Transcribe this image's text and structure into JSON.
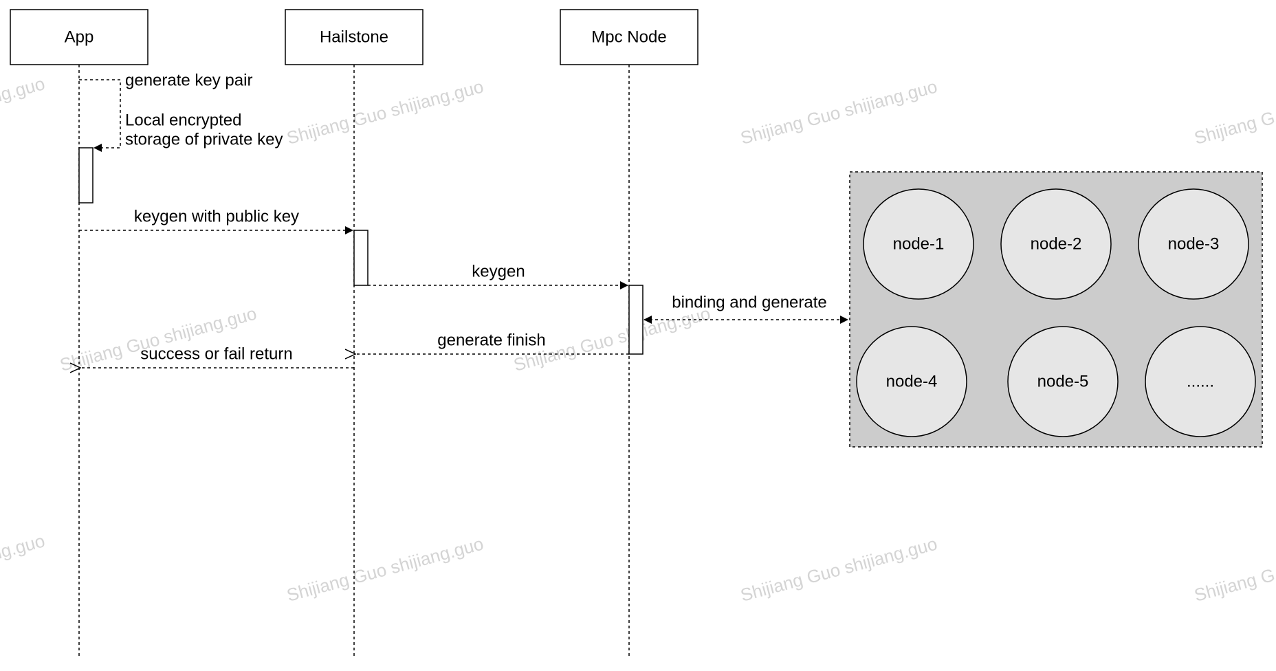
{
  "actors": [
    {
      "id": "app",
      "label": "App"
    },
    {
      "id": "hailstone",
      "label": "Hailstone"
    },
    {
      "id": "mpc",
      "label": "Mpc Node"
    }
  ],
  "messages": {
    "generate_key_pair": "generate key pair",
    "local_storage_line1": "Local encrypted",
    "local_storage_line2": "storage of private key",
    "keygen_with_public_key": "keygen with public key",
    "keygen": "keygen",
    "binding_and_generate": "binding and generate",
    "generate_finish": "generate finish",
    "success_or_fail_return": "success or fail return"
  },
  "cluster": {
    "nodes": [
      "node-1",
      "node-2",
      "node-3",
      "node-4",
      "node-5",
      "......"
    ]
  },
  "watermark": {
    "full": "Shijiang Guo shijiang.guo",
    "left_fragment": "ng.guo",
    "right_fragment": "Shijiang G"
  },
  "colors": {
    "stroke": "#000000",
    "cluster_fill": "#cccccc",
    "node_fill": "#e6e6e6",
    "watermark": "#d4d4d4"
  }
}
